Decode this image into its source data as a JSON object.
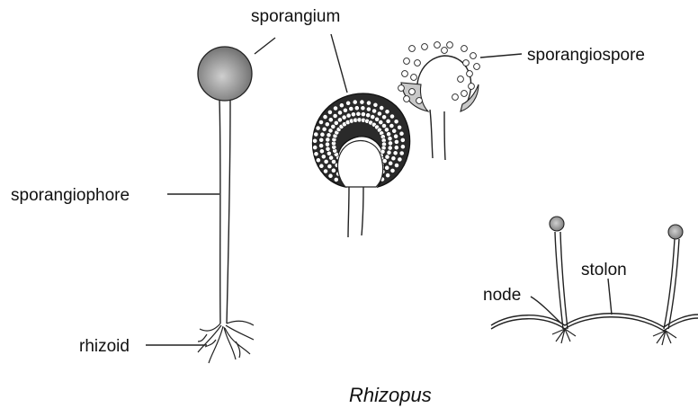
{
  "labels": {
    "sporangium": "sporangium",
    "sporangiospore": "sporangiospore",
    "sporangiophore": "sporangiophore",
    "rhizoid": "rhizoid",
    "node": "node",
    "stolon": "stolon"
  },
  "caption": "Rhizopus",
  "colors": {
    "line": "#222222",
    "sporangium_fill": "#8a8a8a",
    "columella_fill": "#d9d9d9",
    "background": "#ffffff"
  }
}
